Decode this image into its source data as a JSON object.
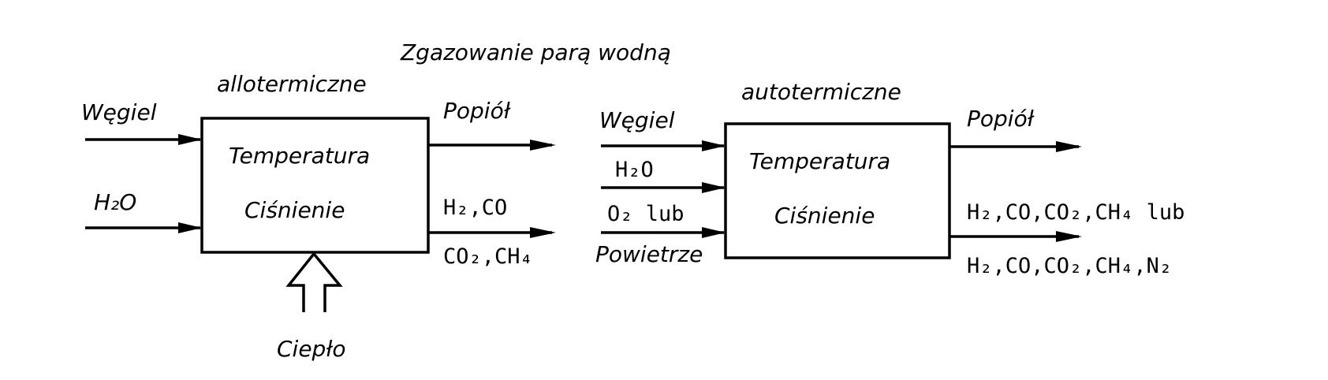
{
  "title": "Zgazowanie parą wodną",
  "allothermal": {
    "label": "allotermiczne",
    "box_line1": "Temperatura",
    "box_line2": "Ciśnienie",
    "inputs": [
      "Węgiel",
      "H₂O"
    ],
    "outputs": [
      "Popiół",
      "H₂,CO",
      "CO₂,CH₄"
    ],
    "heat": "Ciepło"
  },
  "autothermal": {
    "label": "autotermiczne",
    "box_line1": "Temperatura",
    "box_line2": "Ciśnienie",
    "inputs": [
      "Węgiel",
      "H₂O",
      "O₂ lub",
      "Powietrze"
    ],
    "outputs": [
      "Popiół",
      "H₂,CO,CO₂,CH₄ lub",
      "H₂,CO,CO₂,CH₄,N₂"
    ]
  }
}
